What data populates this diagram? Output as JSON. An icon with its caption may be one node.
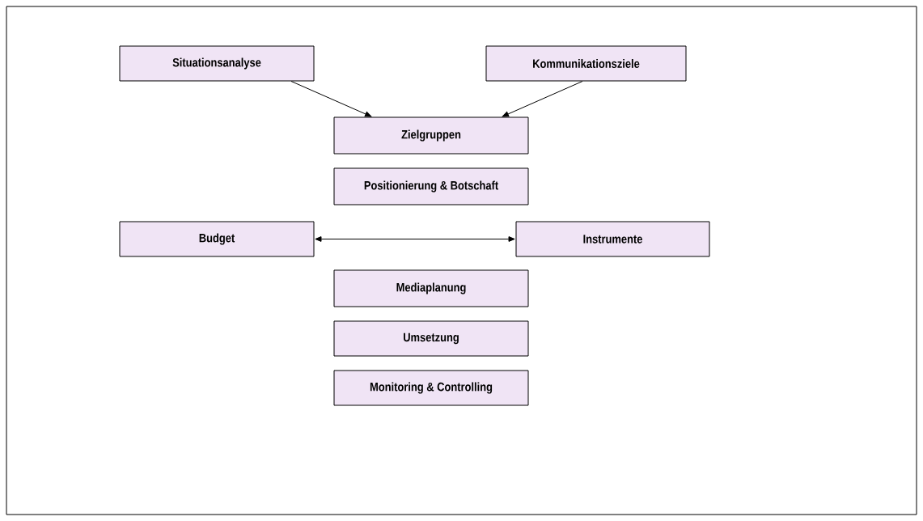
{
  "diagram": {
    "nodes": [
      {
        "text": [
          "Situationsanalyse"
        ]
      },
      {
        "text": [
          "Kommunikationsziele"
        ]
      },
      {
        "text": [
          "Zielgruppen"
        ]
      },
      {
        "text": [
          "Positionierung & Botschaft"
        ]
      },
      {
        "text": [
          "Budget"
        ]
      },
      {
        "text": [
          "Instrumente"
        ]
      },
      {
        "text": [
          "Mediaplanung"
        ]
      },
      {
        "text": [
          "Umsetzung"
        ]
      },
      {
        "text": [
          "Monitoring & Controlling"
        ]
      }
    ],
    "edges": [
      {
        "from": 0,
        "to": 2,
        "arrow": "to"
      },
      {
        "from": 1,
        "to": 2,
        "arrow": "to"
      },
      {
        "from": 4,
        "to": 5,
        "arrow": "both"
      }
    ]
  }
}
